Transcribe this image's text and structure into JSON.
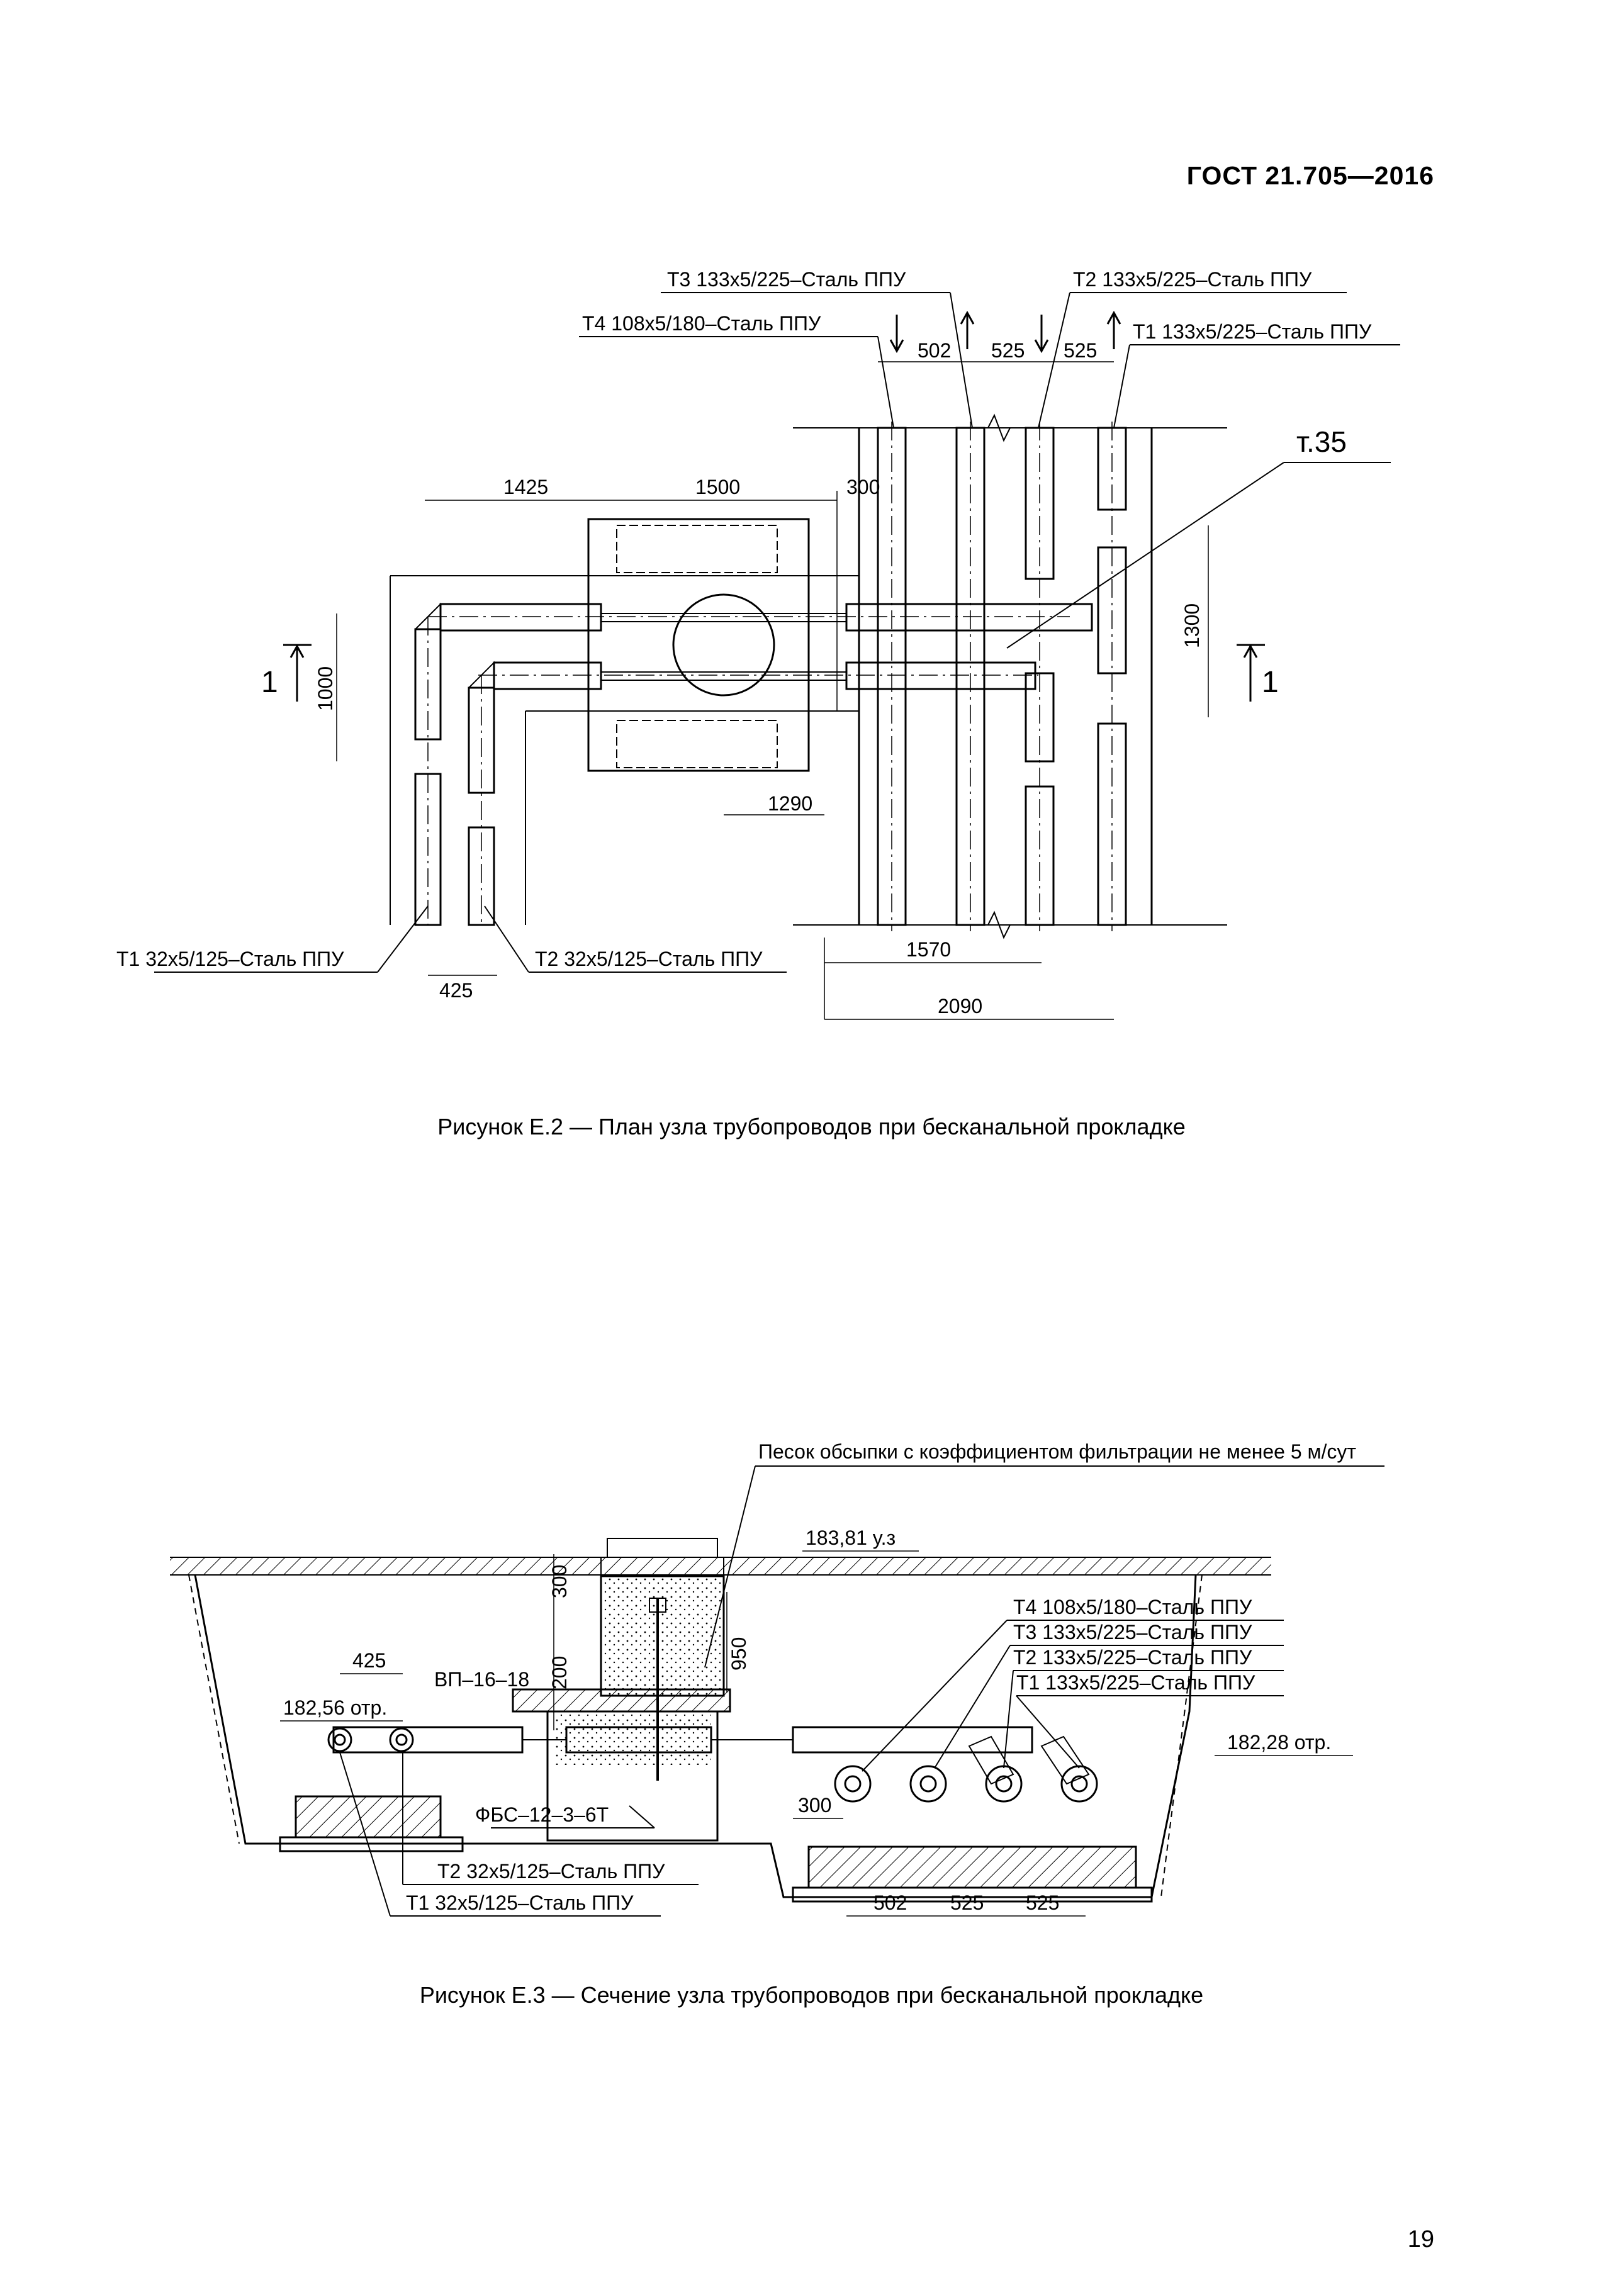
{
  "header": {
    "standard": "ГОСТ 21.705—2016"
  },
  "figure_e2": {
    "caption": "Рисунок Е.2 — План узла трубопроводов при бесканальной прокладке",
    "pipe_labels": {
      "t3": "Т3 133х5/225–Сталь ППУ",
      "t4": "Т4 108х5/180–Сталь ППУ",
      "t2": "Т2 133х5/225–Сталь ППУ",
      "t1": "Т1 133х5/225–Сталь ППУ",
      "t1_small": "Т1 32х5/125–Сталь ППУ",
      "t2_small": "Т2 32х5/125–Сталь ППУ"
    },
    "point_label": "т.35",
    "section_mark": "1",
    "dimensions": {
      "d502": "502",
      "d525a": "525",
      "d525b": "525",
      "d1425": "1425",
      "d1500": "1500",
      "d300": "300",
      "d1300": "1300",
      "d1000": "1000",
      "d1290": "1290",
      "d425": "425",
      "d1570": "1570",
      "d2090": "2090"
    }
  },
  "figure_e3": {
    "caption": "Рисунок Е.3 — Сечение узла трубопроводов при бесканальной прокладке",
    "sand_note": "Песок обсыпки с коэффициентом фильтрации не менее 5 м/сут",
    "elev_ground": "183,81 у.з",
    "elev_left": "182,56 отр.",
    "elev_right": "182,28 отр.",
    "slab_label": "ВП–16–18",
    "block_label": "ФБС–12–3–6Т",
    "pipe_labels": {
      "t4": "Т4 108х5/180–Сталь ППУ",
      "t3": "Т3 133х5/225–Сталь ППУ",
      "t2": "Т2 133х5/225–Сталь ППУ",
      "t1": "Т1 133х5/225–Сталь ППУ",
      "t2_small": "Т2 32х5/125–Сталь ППУ",
      "t1_small": "Т1 32х5/125–Сталь ППУ"
    },
    "dimensions": {
      "d425": "425",
      "d300top": "300",
      "d200": "200",
      "d950": "950",
      "d300": "300",
      "d502": "502",
      "d525a": "525",
      "d525b": "525"
    }
  },
  "page_number": "19"
}
